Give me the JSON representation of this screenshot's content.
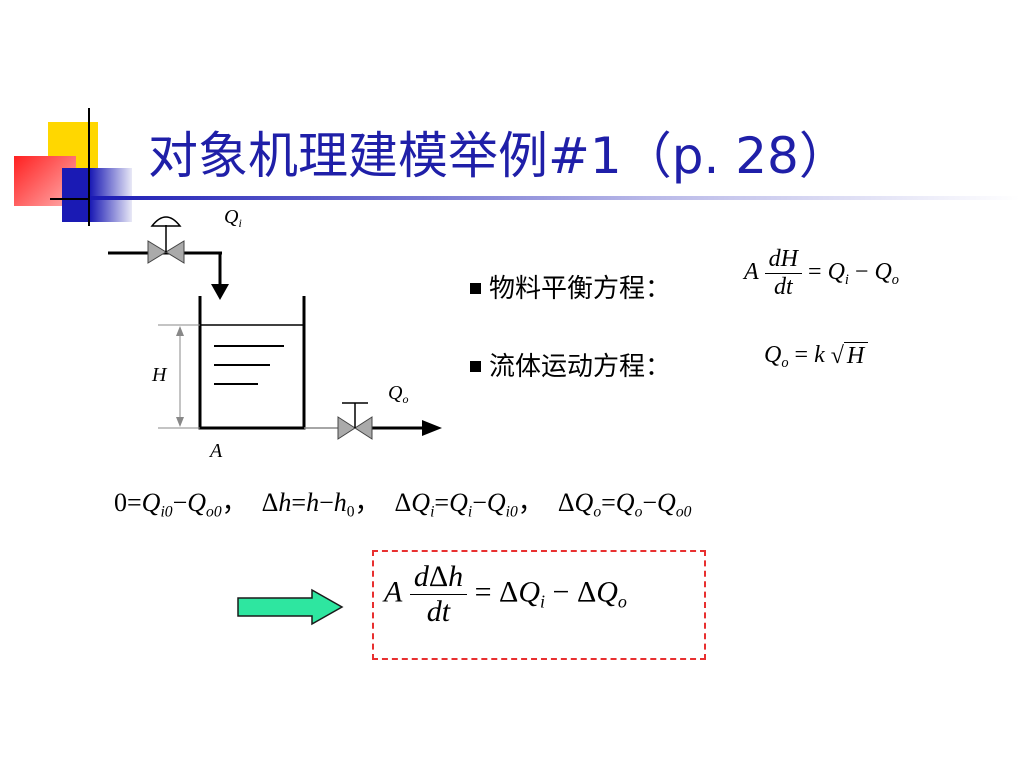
{
  "colors": {
    "title": "#1f1fa8",
    "deco_yellow": "#ffd700",
    "deco_red": "#ff3a3a",
    "deco_blue": "#2323c8",
    "arrow_green": "#2ee6a0",
    "dash_box": "#e83030"
  },
  "title": {
    "main": "对象机理建模举例#1",
    "ref": "（p. 28）"
  },
  "diagram": {
    "label_qi": "Q",
    "label_qi_sub": "i",
    "label_qo": "Q",
    "label_qo_sub": "o",
    "label_h": "H",
    "label_a": "A"
  },
  "bullets": [
    {
      "label": "物料平衡方程："
    },
    {
      "label": "流体运动方程："
    }
  ],
  "eq1": {
    "A": "A",
    "num": "dH",
    "den": "dt",
    "eq": "=",
    "q1": "Q",
    "q1_sub": "i",
    "minus": "−",
    "q2": "Q",
    "q2_sub": "o"
  },
  "eq2": {
    "q": "Q",
    "q_sub": "o",
    "eq": "=",
    "k": "k",
    "H": "H"
  },
  "steady": {
    "p1_zero": "0",
    "p1_eq": "=",
    "p1_a": "Q",
    "p1_a_sub": "i0",
    "p1_minus": "−",
    "p1_b": "Q",
    "p1_b_sub": "o0",
    "sep1": "，",
    "p2_delta": "Δ",
    "p2_h": "h",
    "p2_eq": "=",
    "p2_h2": "h",
    "p2_minus": "−",
    "p2_h3": "h",
    "p2_h3_sub": "0",
    "sep2": "，",
    "p3_delta": "Δ",
    "p3_q": "Q",
    "p3_q_sub": "i",
    "p3_eq": "=",
    "p3_q2": "Q",
    "p3_q2_sub": "i",
    "p3_minus": "−",
    "p3_q3": "Q",
    "p3_q3_sub": "i0",
    "sep3": "，",
    "p4_delta": "Δ",
    "p4_q": "Q",
    "p4_q_sub": "o",
    "p4_eq": "=",
    "p4_q2": "Q",
    "p4_q2_sub": "o",
    "p4_minus": "−",
    "p4_q3": "Q",
    "p4_q3_sub": "o0"
  },
  "result": {
    "A": "A",
    "num_d": "d",
    "num_delta": "Δ",
    "num_h": "h",
    "den": "dt",
    "eq": "=",
    "d1": "Δ",
    "q1": "Q",
    "q1_sub": "i",
    "minus": "−",
    "d2": "Δ",
    "q2": "Q",
    "q2_sub": "o"
  }
}
